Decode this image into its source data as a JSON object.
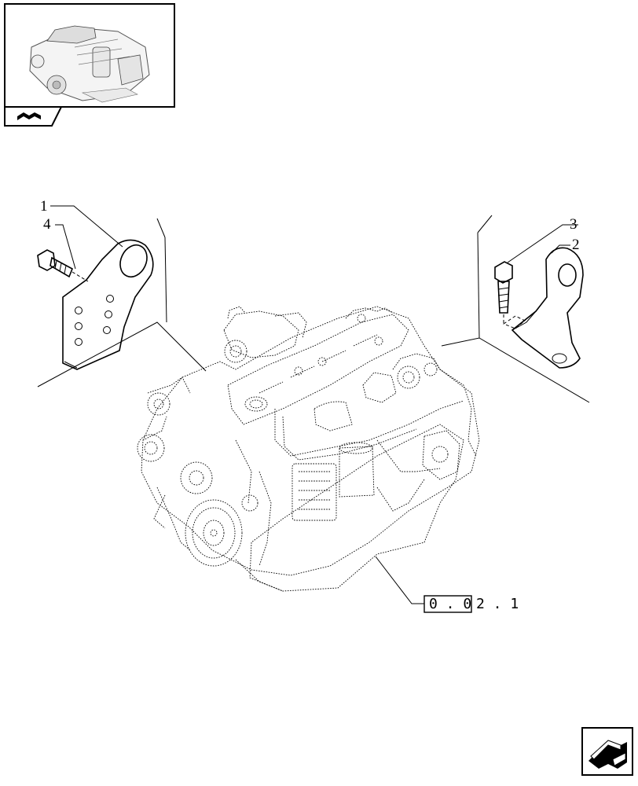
{
  "callouts": {
    "c1": "1",
    "c2": "2",
    "c3": "3",
    "c4": "4"
  },
  "reference": {
    "boxed": "0 . 0",
    "rest": "2 . 1"
  },
  "icons": {
    "thumbnail": "engine-thumbnail-icon",
    "book": "open-book-icon",
    "next": "next-page-arrow-icon"
  }
}
